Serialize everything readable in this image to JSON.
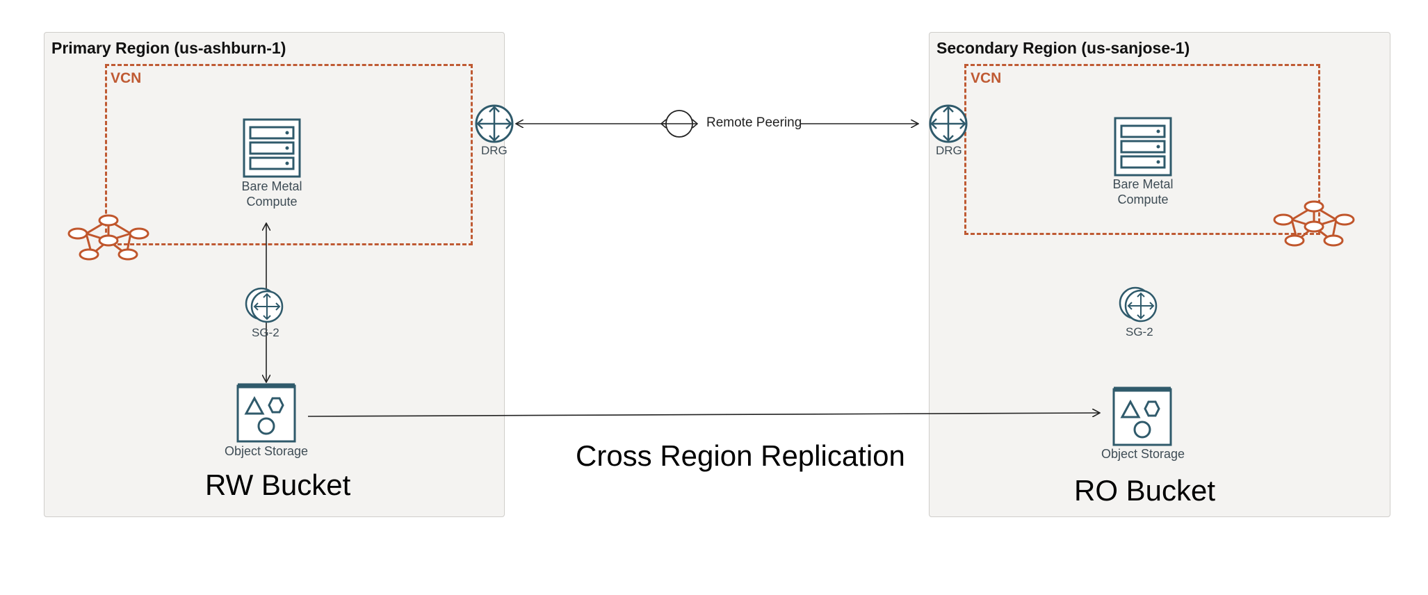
{
  "primary": {
    "title": "Primary Region (us-ashburn-1)",
    "vcn_label": "VCN",
    "compute_label_line1": "Bare Metal",
    "compute_label_line2": "Compute",
    "drg_label": "DRG",
    "sg_label": "SG-2",
    "storage_label": "Object Storage",
    "bucket_label": "RW Bucket"
  },
  "secondary": {
    "title": "Secondary Region (us-sanjose-1)",
    "vcn_label": "VCN",
    "compute_label_line1": "Bare Metal",
    "compute_label_line2": "Compute",
    "drg_label": "DRG",
    "sg_label": "SG-2",
    "storage_label": "Object Storage",
    "bucket_label": "RO Bucket"
  },
  "connections": {
    "remote_peering_label": "Remote Peering",
    "replication_label": "Cross Region Replication"
  },
  "colors": {
    "region_fill": "#f4f3f1",
    "vcn_border": "#bf5a33",
    "icon_stroke": "#2f5a6b",
    "network_icon": "#c0562c"
  }
}
